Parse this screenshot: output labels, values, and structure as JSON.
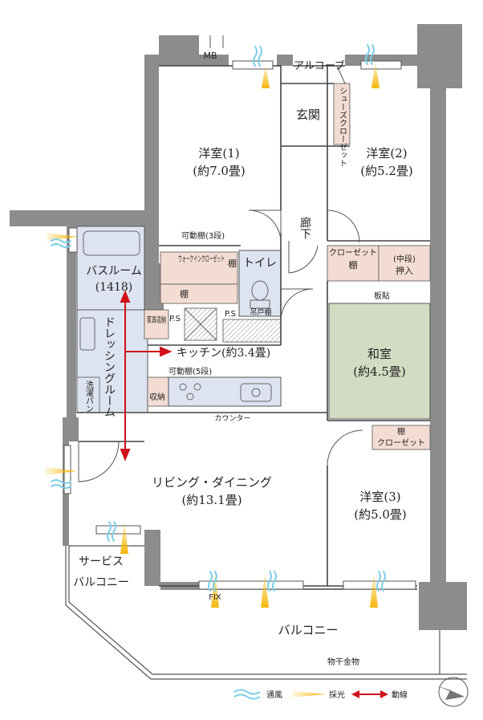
{
  "rooms": {
    "mb": "MB",
    "alcove": "アルコーブ",
    "entrance": "玄関",
    "shoe_closet": "シューズクローゼット",
    "western1": {
      "name": "洋室(1)",
      "size": "(約7.0畳)"
    },
    "western2": {
      "name": "洋室(2)",
      "size": "(約5.2畳)"
    },
    "hallway": "廊下",
    "movable_shelf3": "可動棚(3段)",
    "walkin": "ウォークインクローゼット",
    "shelf": "棚",
    "toilet": "トイレ",
    "hanging_cabinet": "吊戸棚",
    "bathroom": {
      "name": "バスルーム",
      "size": "(1418)"
    },
    "dressing": "ドレッシングルーム",
    "furniture_storage": "家具収納",
    "ps": "P.S",
    "kitchen": "キッチン(約3.4畳)",
    "movable_shelf5": "可動棚(5段)",
    "storage": "収納",
    "counter": "カウンター",
    "laundry": "洗濯パン",
    "closet": "クローゼット",
    "mid_shelf": "(中段)",
    "oshiire": "押入",
    "itabari": "板貼",
    "washitsu": {
      "name": "和室",
      "size": "(約4.5畳)"
    },
    "living": {
      "name": "リビング・ダイニング",
      "size": "(約13.1畳)"
    },
    "western3": {
      "name": "洋室(3)",
      "size": "(約5.0畳)"
    },
    "service_balcony": "サービスバルコニー",
    "fix": "FIX",
    "balcony": "バルコニー",
    "drying": "物干金物"
  },
  "legend": {
    "wind": "通風",
    "light": "採光",
    "flow": "動線"
  },
  "colors": {
    "wall": "#8c8c8c",
    "closet": "#f3ddd3",
    "washitsu": "#d2dcc2",
    "wet": "#dde3f0",
    "wind": "#7fcfe6",
    "light": "#f5b400",
    "flow": "#d0101a"
  },
  "icons": [
    "wind-icon",
    "light-icon",
    "flow-arrow-icon",
    "compass-icon"
  ]
}
